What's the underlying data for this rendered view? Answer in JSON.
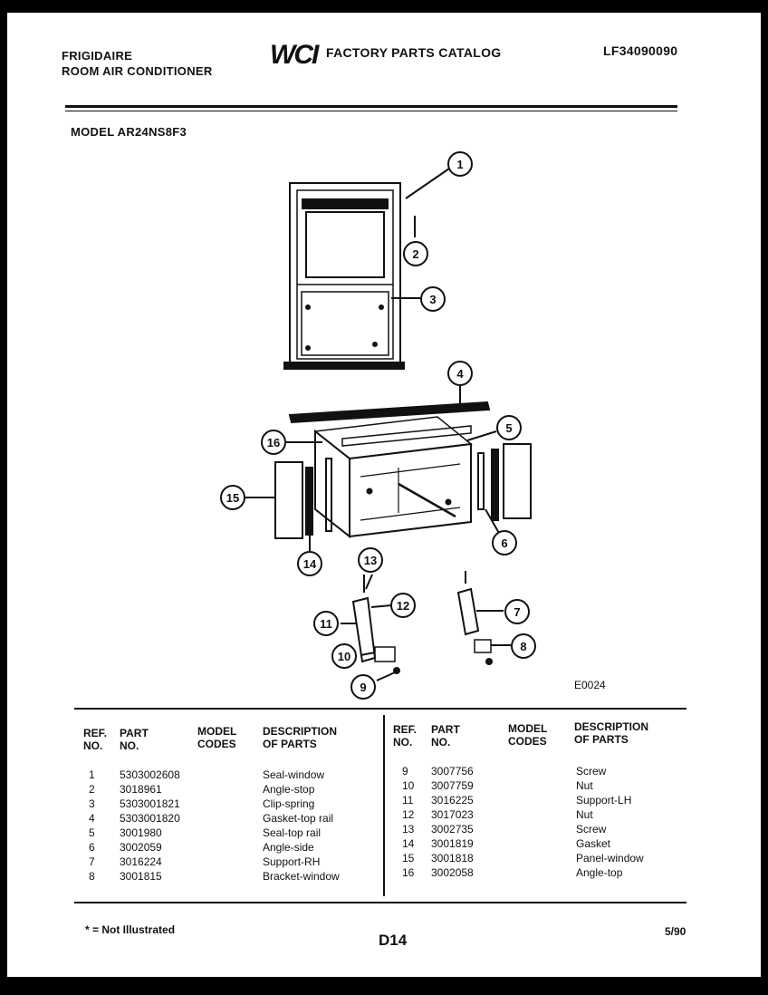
{
  "header": {
    "brand": "FRIGIDAIRE",
    "product": "ROOM AIR CONDITIONER",
    "logo": "WCI",
    "catalog_title": "FACTORY PARTS CATALOG",
    "catalog_number": "LF34090090"
  },
  "model": "MODEL AR24NS8F3",
  "figure_code": "E0024",
  "callouts": [
    "1",
    "2",
    "3",
    "4",
    "5",
    "6",
    "7",
    "8",
    "9",
    "10",
    "11",
    "12",
    "13",
    "14",
    "15",
    "16"
  ],
  "table": {
    "headers": {
      "ref_no": [
        "REF.",
        "NO."
      ],
      "part_no": [
        "PART",
        "NO."
      ],
      "model_codes": [
        "MODEL",
        "CODES"
      ],
      "description": [
        "DESCRIPTION",
        "OF PARTS"
      ]
    },
    "left_rows": [
      {
        "ref": "1",
        "part": "5303002608",
        "desc": "Seal-window"
      },
      {
        "ref": "2",
        "part": "3018961",
        "desc": "Angle-stop"
      },
      {
        "ref": "3",
        "part": "5303001821",
        "desc": "Clip-spring"
      },
      {
        "ref": "4",
        "part": "5303001820",
        "desc": "Gasket-top rail"
      },
      {
        "ref": "5",
        "part": "3001980",
        "desc": "Seal-top rail"
      },
      {
        "ref": "6",
        "part": "3002059",
        "desc": "Angle-side"
      },
      {
        "ref": "7",
        "part": "3016224",
        "desc": "Support-RH"
      },
      {
        "ref": "8",
        "part": "3001815",
        "desc": "Bracket-window"
      }
    ],
    "right_rows": [
      {
        "ref": "9",
        "part": "3007756",
        "desc": "Screw"
      },
      {
        "ref": "10",
        "part": "3007759",
        "desc": "Nut"
      },
      {
        "ref": "11",
        "part": "3016225",
        "desc": "Support-LH"
      },
      {
        "ref": "12",
        "part": "3017023",
        "desc": "Nut"
      },
      {
        "ref": "13",
        "part": "3002735",
        "desc": "Screw"
      },
      {
        "ref": "14",
        "part": "3001819",
        "desc": "Gasket"
      },
      {
        "ref": "15",
        "part": "3001818",
        "desc": "Panel-window"
      },
      {
        "ref": "16",
        "part": "3002058",
        "desc": "Angle-top"
      }
    ]
  },
  "footer": {
    "footnote": "* = Not Illustrated",
    "page": "D14",
    "date": "5/90"
  }
}
